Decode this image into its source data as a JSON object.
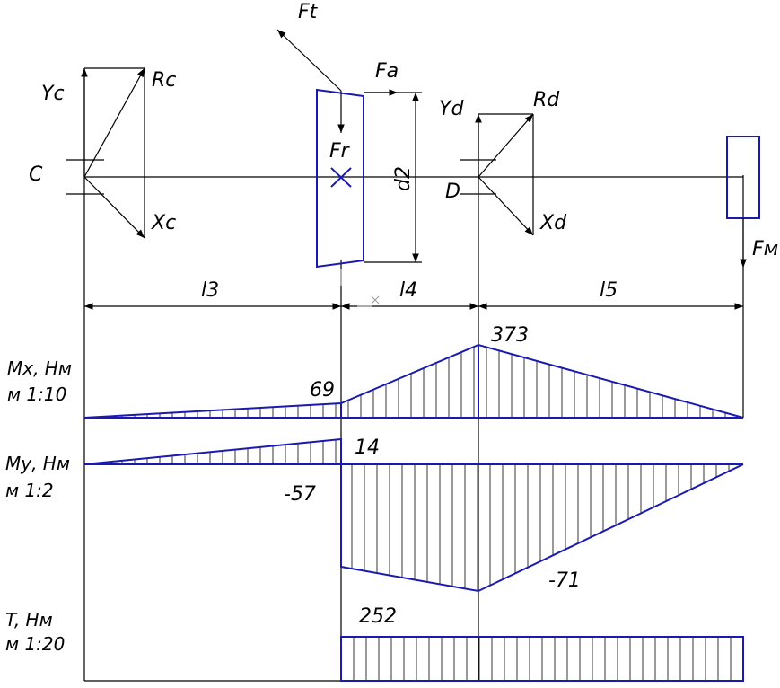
{
  "forces": {
    "ft": "Ft",
    "fa": "Fa",
    "fr": "Fr",
    "fm": "Fм",
    "yc": "Yc",
    "rc": "Rc",
    "xc": "Xc",
    "yd": "Yd",
    "rd": "Rd",
    "xd": "Xd"
  },
  "supports": {
    "c": "C",
    "d": "D"
  },
  "dimensions": {
    "d2": "d2",
    "l3": "l3",
    "l4": "l4",
    "l5": "l5"
  },
  "moments": {
    "mx": {
      "title": "Mx, Нм",
      "scale": "м 1:10",
      "values": [
        "69",
        "373"
      ]
    },
    "my": {
      "title": "Mу, Нм",
      "scale": "м 1:2",
      "values": [
        "14",
        "-57",
        "-71"
      ]
    },
    "t": {
      "title": "T, Нм",
      "scale": "м 1:20",
      "values": [
        "252"
      ]
    }
  },
  "colors": {
    "shaft": "#1a1ab0",
    "lines": "#000000"
  }
}
